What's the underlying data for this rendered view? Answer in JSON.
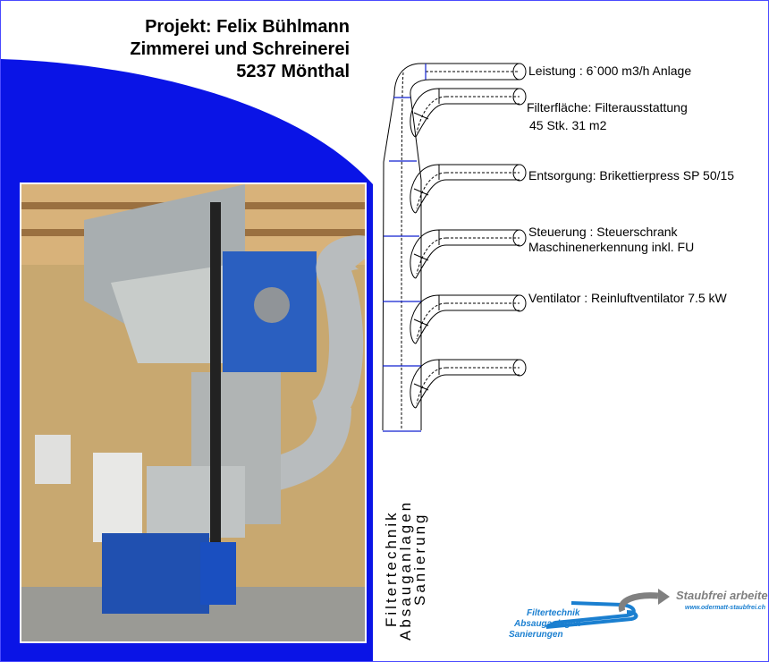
{
  "header": {
    "line1": "Projekt: Felix Bühlmann",
    "line2": "Zimmerei und Schreinerei",
    "line3": "5237 Mönthal"
  },
  "specs": [
    {
      "label": "Leistung : 6`000 m3/h Anlage"
    },
    {
      "label": "Filterfläche: Filterausstattung",
      "label2": "45 Stk. 31 m2"
    },
    {
      "label": "Entsorgung: Brikettierpress SP 50/15"
    },
    {
      "label": "Steuerung : Steuerschrank",
      "label2": "Maschinenerkennung inkl. FU"
    },
    {
      "label": "Ventilator : Reinluftventilator 7.5 kW"
    }
  ],
  "vertical_text": [
    "Filtertechnik",
    "Absauganlagen",
    "Sanierung"
  ],
  "logo": {
    "slogan": "Staubfrei arbeiten",
    "url": "www.odermatt-staubfrei.ch",
    "lines": [
      "Filtertechnik",
      "Absauganlagen",
      "Sanierungen"
    ]
  },
  "colors": {
    "blue": "#0a14e6",
    "logo_blue": "#1a7fd0",
    "logo_gray": "#808080"
  }
}
